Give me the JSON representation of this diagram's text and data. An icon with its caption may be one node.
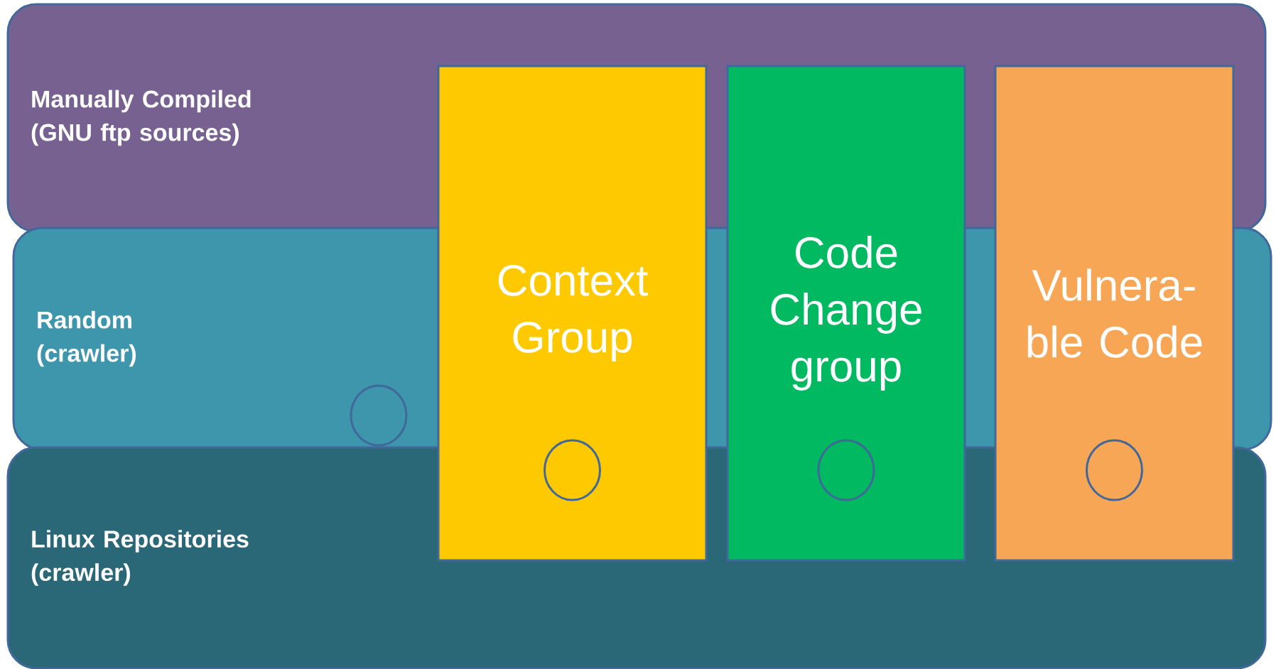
{
  "diagram": {
    "nodes": [
      {
        "text": [
          "Manually Compiled (GNU ftp sources)"
        ]
      },
      {
        "text": [
          "Random (crawler)"
        ]
      },
      {
        "text": [
          "Linux Repositories (crawler)"
        ]
      },
      {
        "text": [
          "Context Group"
        ]
      },
      {
        "text": [
          "Code Change group"
        ]
      },
      {
        "text": [
          "Vulnera-ble Code"
        ]
      },
      {
        "text": [],
        "shape": "circle",
        "in": 1
      },
      {
        "text": [],
        "shape": "circle",
        "in": 3
      },
      {
        "text": [],
        "shape": "circle",
        "in": 4
      },
      {
        "text": [],
        "shape": "circle",
        "in": 5
      }
    ]
  }
}
